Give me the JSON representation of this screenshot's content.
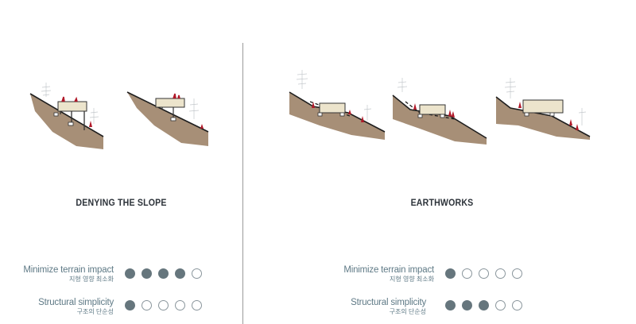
{
  "panels": {
    "left": {
      "title": "DENYING THE SLOPE",
      "criteria": [
        {
          "label": "Minimize terrain impact",
          "sublabel": "지형 영향 최소화",
          "rating": 4,
          "max": 5
        },
        {
          "label": "Structural simplicity",
          "sublabel": "구조의 단순성",
          "rating": 1,
          "max": 5
        }
      ]
    },
    "right": {
      "title": "EARTHWORKS",
      "criteria": [
        {
          "label": "Minimize terrain impact",
          "sublabel": "지형 영향 최소화",
          "rating": 1,
          "max": 5
        },
        {
          "label": "Structural simplicity",
          "sublabel": "구조의 단순성",
          "rating": 3,
          "max": 5
        }
      ]
    }
  },
  "colors": {
    "filled_dot": "#66767d",
    "empty_dot_border": "#8a969c",
    "label_text": "#5f7a86",
    "title_text": "#2d333a",
    "earth": "#8a6a4a",
    "vegetation": "#b01828",
    "building_fill": "#ece4cc"
  }
}
